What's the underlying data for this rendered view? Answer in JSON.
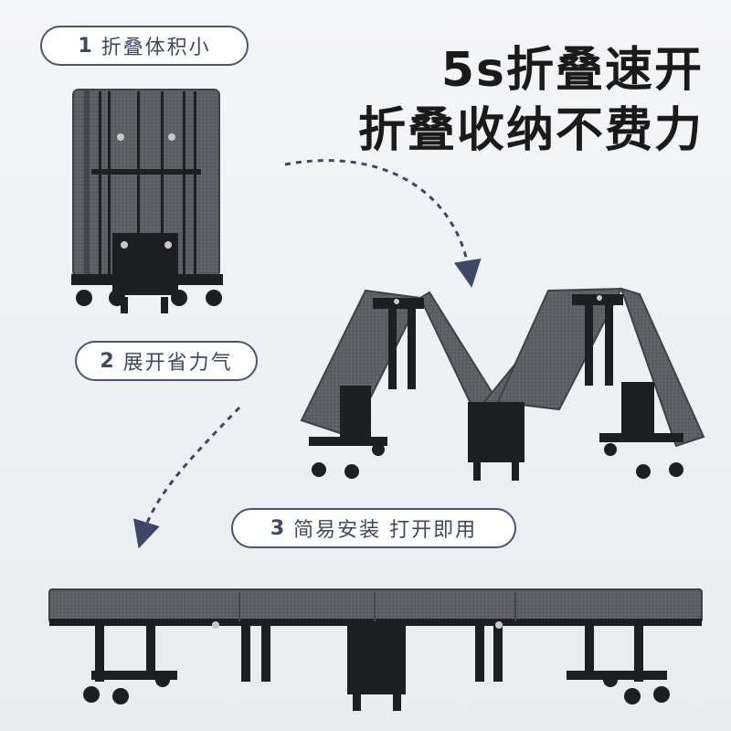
{
  "steps": [
    {
      "num": "1",
      "label": "折叠体积小"
    },
    {
      "num": "2",
      "label": "展开省力气"
    },
    {
      "num": "3",
      "label": "简易安装 打开即用"
    }
  ],
  "headline": {
    "line1": "5s折叠速开",
    "line2": "折叠收纳不费力"
  },
  "colors": {
    "accent": "#4a5575",
    "fabric": "#5b5d62",
    "frame": "#1e1f22"
  }
}
